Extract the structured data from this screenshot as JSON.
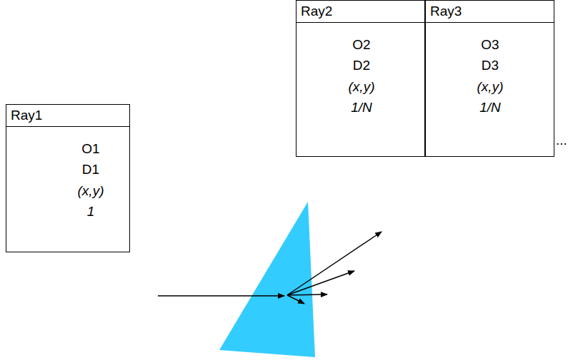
{
  "diagram": {
    "nodes": [
      {
        "text": [
          "Ray1",
          "O1",
          "D1",
          "(x,y)",
          "1"
        ]
      },
      {
        "text": [
          "Ray2",
          "O2",
          "D2",
          "(x,y)",
          "1/N"
        ]
      },
      {
        "text": [
          "Ray3",
          "O3",
          "D3",
          "(x,y)",
          "1/N"
        ]
      }
    ],
    "labels": [
      "..."
    ]
  }
}
